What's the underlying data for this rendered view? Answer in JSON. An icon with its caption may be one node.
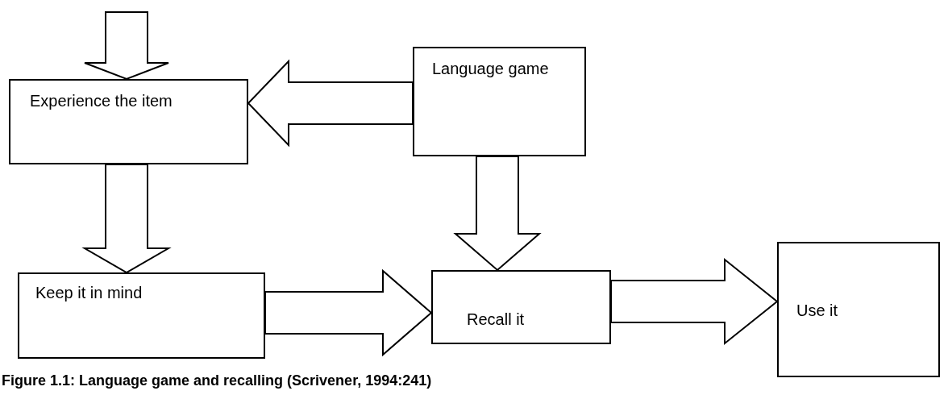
{
  "diagram": {
    "caption": "Figure 1.1: Language game and recalling (Scrivener, 1994:241)",
    "nodes": [
      {
        "text": [
          "Experience the item"
        ]
      },
      {
        "text": [
          "Language game"
        ]
      },
      {
        "text": [
          "Keep it in mind"
        ]
      },
      {
        "text": [
          "Recall it"
        ]
      },
      {
        "text": [
          "Use it"
        ]
      }
    ],
    "edges": [
      {
        "from": null,
        "to": 0,
        "arrow": "to"
      },
      {
        "from": 1,
        "to": 0,
        "arrow": "to"
      },
      {
        "from": 0,
        "to": 2,
        "arrow": "to"
      },
      {
        "from": 1,
        "to": 3,
        "arrow": "to"
      },
      {
        "from": 2,
        "to": 3,
        "arrow": "to"
      },
      {
        "from": 3,
        "to": 4,
        "arrow": "to"
      }
    ]
  }
}
